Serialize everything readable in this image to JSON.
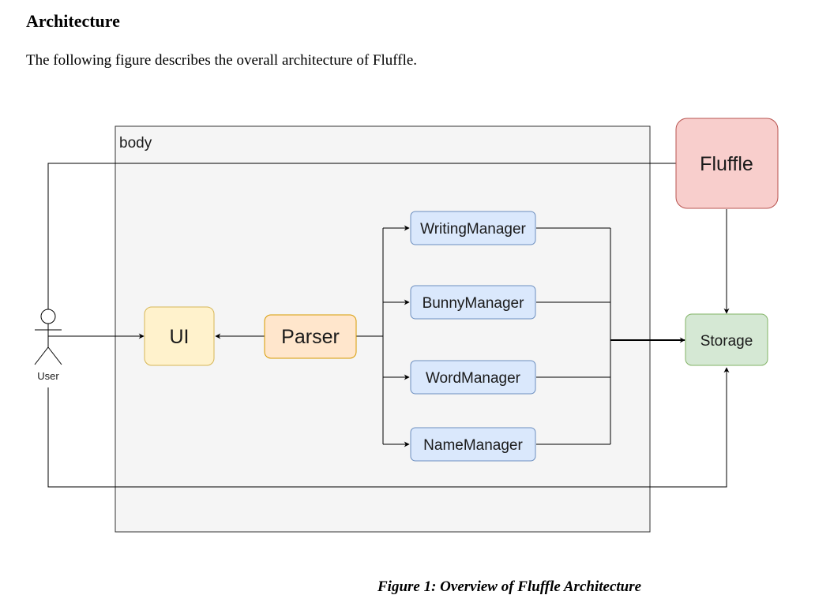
{
  "heading": "Architecture",
  "intro": "The following figure describes the overall architecture of Fluffle.",
  "caption": "Figure 1: Overview of Fluffle Architecture",
  "diagram": {
    "container_label": "body",
    "actor_label": "User",
    "nodes": {
      "fluffle": "Fluffle",
      "ui": "UI",
      "parser": "Parser",
      "writing_manager": "WritingManager",
      "bunny_manager": "BunnyManager",
      "word_manager": "WordManager",
      "name_manager": "NameManager",
      "storage": "Storage"
    },
    "colors": {
      "container_fill": "#f5f5f5",
      "fluffle_fill": "#f8cecc",
      "fluffle_stroke": "#b85450",
      "ui_fill": "#fff2cc",
      "ui_stroke": "#d6b656",
      "parser_fill": "#ffe6cc",
      "parser_stroke": "#d79b00",
      "manager_fill": "#dae8fc",
      "manager_stroke": "#6c8ebf",
      "storage_fill": "#d5e8d4",
      "storage_stroke": "#82b366"
    }
  }
}
